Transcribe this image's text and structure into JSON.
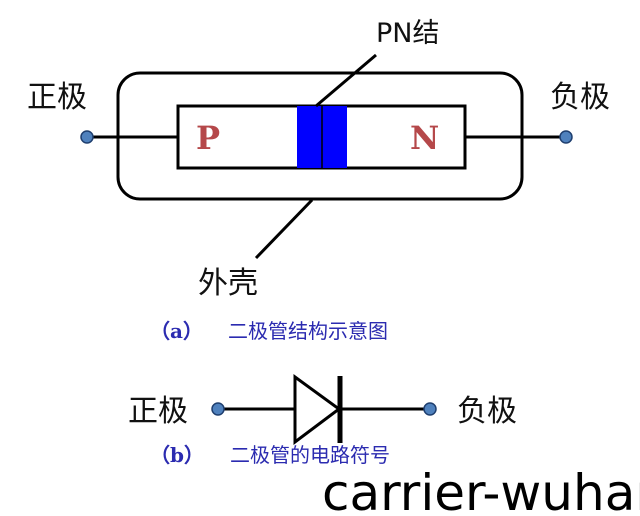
{
  "structure": {
    "anode_label": "正极",
    "cathode_label": "负极",
    "p_label": "P",
    "n_label": "N",
    "junction_label": "PN结",
    "shell_label": "外壳",
    "caption_tag": "（a）",
    "caption": "二极管结构示意图"
  },
  "symbol": {
    "anode_label": "正极",
    "cathode_label": "负极",
    "caption_tag": "（b）",
    "caption": "二极管的电路符号"
  },
  "watermark": "carrier-wuhan",
  "colors": {
    "junction": "#0000ff",
    "terminal": "#4f81bd",
    "p_n_text": "#b5484a",
    "caption": "#2b2bb0"
  }
}
